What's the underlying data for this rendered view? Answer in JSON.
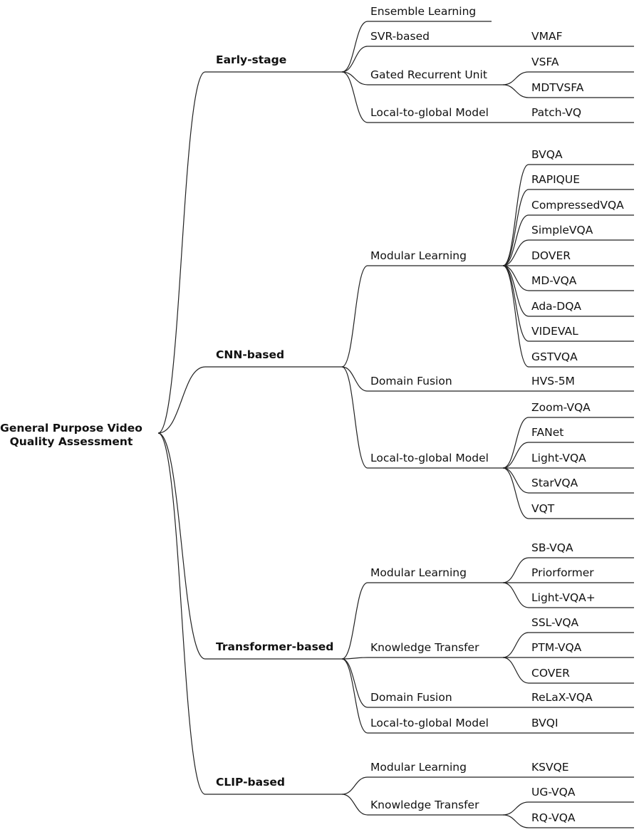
{
  "root": "General Purpose Video Quality Assessment",
  "root_lines": [
    "General Purpose Video",
    "Quality Assessment"
  ],
  "categories": [
    {
      "label": "Early-stage",
      "subs": [
        {
          "label": "Ensemble Learning",
          "leaves": []
        },
        {
          "label": "SVR-based",
          "leaves": [
            "VMAF"
          ]
        },
        {
          "label": "Gated Recurrent Unit",
          "leaves": [
            "VSFA",
            "MDTVSFA"
          ]
        },
        {
          "label": "Local-to-global Model",
          "leaves": [
            "Patch-VQ"
          ]
        }
      ]
    },
    {
      "label": "CNN-based",
      "subs": [
        {
          "label": "Modular Learning",
          "leaves": [
            "BVQA",
            "RAPIQUE",
            "CompressedVQA",
            "SimpleVQA",
            "DOVER",
            "MD-VQA",
            "Ada-DQA",
            "VIDEVAL",
            "GSTVQA"
          ]
        },
        {
          "label": "Domain Fusion",
          "leaves": [
            "HVS-5M"
          ]
        },
        {
          "label": "Local-to-global Model",
          "leaves": [
            "Zoom-VQA",
            "FANet",
            "Light-VQA",
            "StarVQA",
            "VQT"
          ]
        }
      ]
    },
    {
      "label": "Transformer-based",
      "subs": [
        {
          "label": "Modular Learning",
          "leaves": [
            "SB-VQA",
            "Priorformer",
            "Light-VQA+"
          ]
        },
        {
          "label": "Knowledge Transfer",
          "leaves": [
            "SSL-VQA",
            "PTM-VQA",
            "COVER"
          ]
        },
        {
          "label": "Domain Fusion",
          "leaves": [
            "ReLaX-VQA"
          ]
        },
        {
          "label": "Local-to-global Model",
          "leaves": [
            "BVQI"
          ]
        }
      ]
    },
    {
      "label": "CLIP-based",
      "subs": [
        {
          "label": "Modular Learning",
          "leaves": [
            "KSVQE"
          ]
        },
        {
          "label": "Knowledge Transfer",
          "leaves": [
            "UG-VQA",
            "RQ-VQA"
          ]
        }
      ]
    }
  ]
}
